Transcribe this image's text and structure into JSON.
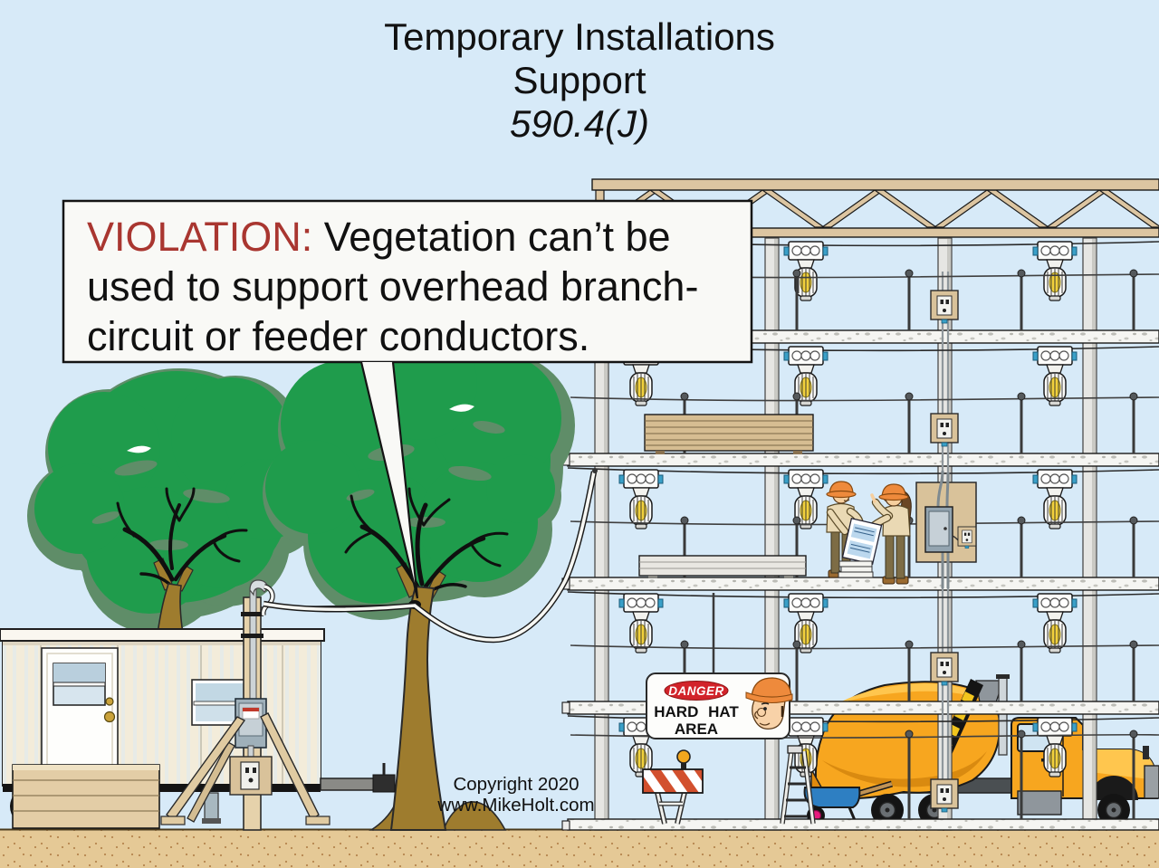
{
  "title": {
    "line1": "Temporary Installations",
    "line2": "Support",
    "line3": "590.4(J)"
  },
  "callout": {
    "label": "VIOLATION:",
    "line1": " Vegetation can’t be",
    "line2": "used to support overhead branch-",
    "line3": "circuit or feeder conductors."
  },
  "copyright": {
    "line1": "Copyright 2020",
    "line2": "www.MikeHolt.com"
  },
  "danger_sign": {
    "badge": "DANGER",
    "line1": "HARD  HAT",
    "line2": "AREA"
  },
  "colors": {
    "sky": "#d7eaf8",
    "sand": "#e5c996",
    "tree_green": "#1f9c4c",
    "tree_shadow": "#5f8d68",
    "trunk_brown": "#9e7c2e",
    "wood_tan": "#dcc5a1",
    "truck_orange": "#f7a61f",
    "danger_red": "#d2232a",
    "violation_red": "#a93630",
    "hard_hat_orange": "#ee8a3c",
    "wheelbarrow_blue": "#2e7fc2",
    "barricade_orange": "#d2502e"
  }
}
